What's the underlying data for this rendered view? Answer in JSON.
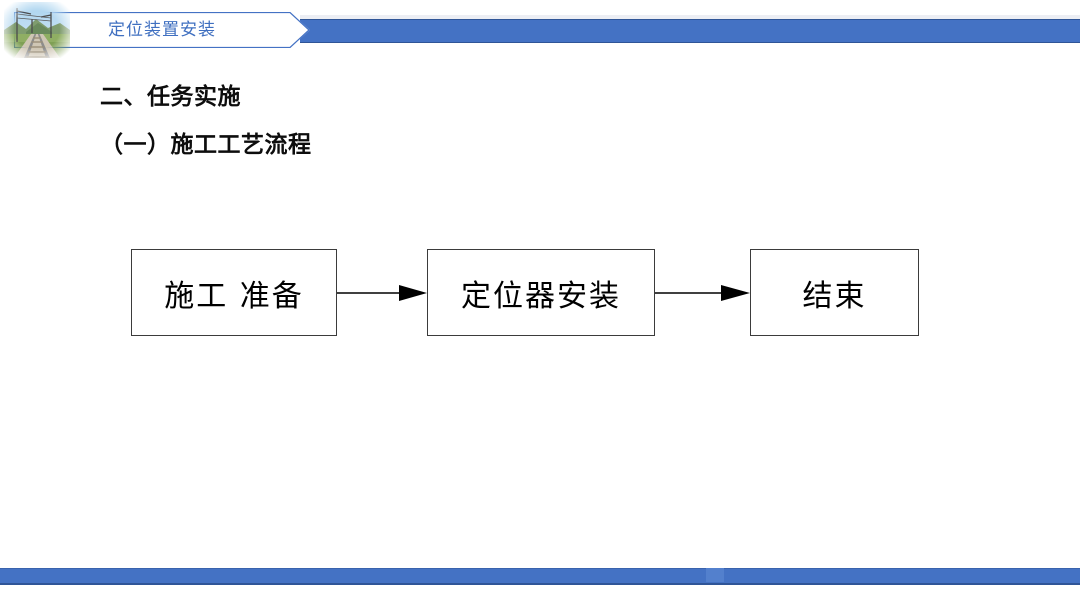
{
  "header": {
    "title": "定位装置安装",
    "logo_alt": "railway-track-photo",
    "accent_color": "#4472C4",
    "title_color": "#3f6fc0"
  },
  "body": {
    "heading_1": "二、任务实施",
    "heading_2": "（一）施工工艺流程"
  },
  "flowchart": {
    "type": "process-flow",
    "orientation": "horizontal",
    "nodes": [
      {
        "id": "prep",
        "label": "施工 准备"
      },
      {
        "id": "install",
        "label": "定位器安装"
      },
      {
        "id": "end",
        "label": "结束"
      }
    ],
    "connectors": [
      {
        "from": "prep",
        "to": "install",
        "style": "solid-arrow"
      },
      {
        "from": "install",
        "to": "end",
        "style": "solid-arrow"
      }
    ],
    "node_border_color": "#3b3b3b",
    "arrow_color": "#000000"
  },
  "footer": {
    "accent_color": "#4472C4"
  }
}
